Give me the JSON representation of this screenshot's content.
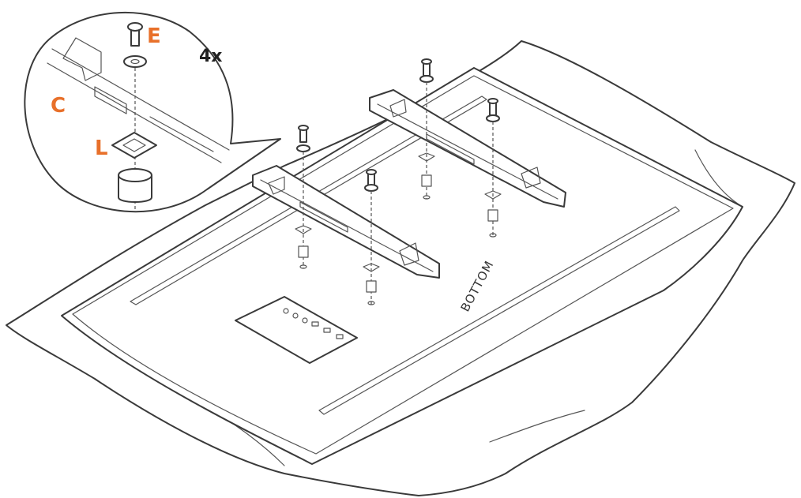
{
  "labels": {
    "screw": "E",
    "bracket": "C",
    "spacer": "L",
    "quantity": "4x",
    "orientation": "BOTTOM"
  },
  "colors": {
    "accent_labels": "#e8702a",
    "line_art": "#3a3a3a",
    "background": "#ffffff"
  }
}
